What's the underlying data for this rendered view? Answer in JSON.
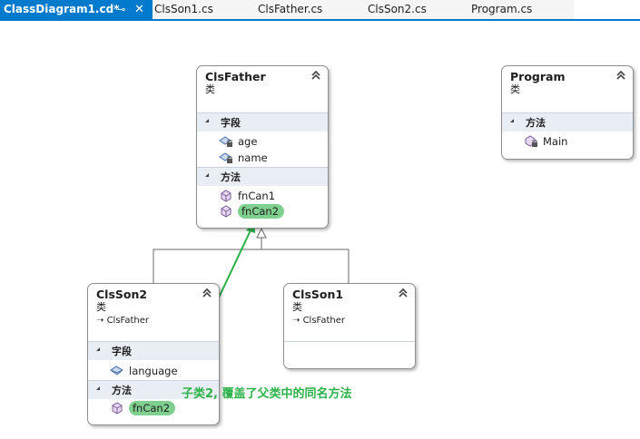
{
  "tabs": {
    "active": {
      "title": "ClassDiagram1.cd*",
      "pin": "⊸",
      "close": "✕"
    },
    "others": [
      "ClsSon1.cs",
      "ClsFather.cs",
      "ClsSon2.cs",
      "Program.cs"
    ]
  },
  "colors": {
    "accent": "#007acc",
    "annotation": "#2cb24a",
    "highlight": "#7fd08f"
  },
  "shapes": {
    "father": {
      "name": "ClsFather",
      "kind": "类",
      "fields_label": "字段",
      "fields": [
        "age",
        "name"
      ],
      "methods_label": "方法",
      "methods": [
        "fnCan1",
        "fnCan2"
      ]
    },
    "program": {
      "name": "Program",
      "kind": "类",
      "methods_label": "方法",
      "methods": [
        "Main"
      ]
    },
    "son2": {
      "name": "ClsSon2",
      "kind": "类",
      "base": "ClsFather",
      "fields_label": "字段",
      "fields": [
        "language"
      ],
      "methods_label": "方法",
      "methods": [
        "fnCan2"
      ]
    },
    "son1": {
      "name": "ClsSon1",
      "kind": "类",
      "base": "ClsFather"
    }
  },
  "annotation": "子类2, 覆盖了父类中的同名方法",
  "icons": {
    "field": "field-lock-icon",
    "method": "method-cube-icon",
    "private_method": "method-lock-icon",
    "collapse": "double-chevron-up-icon",
    "inherit": "inherit-arrow-icon"
  }
}
